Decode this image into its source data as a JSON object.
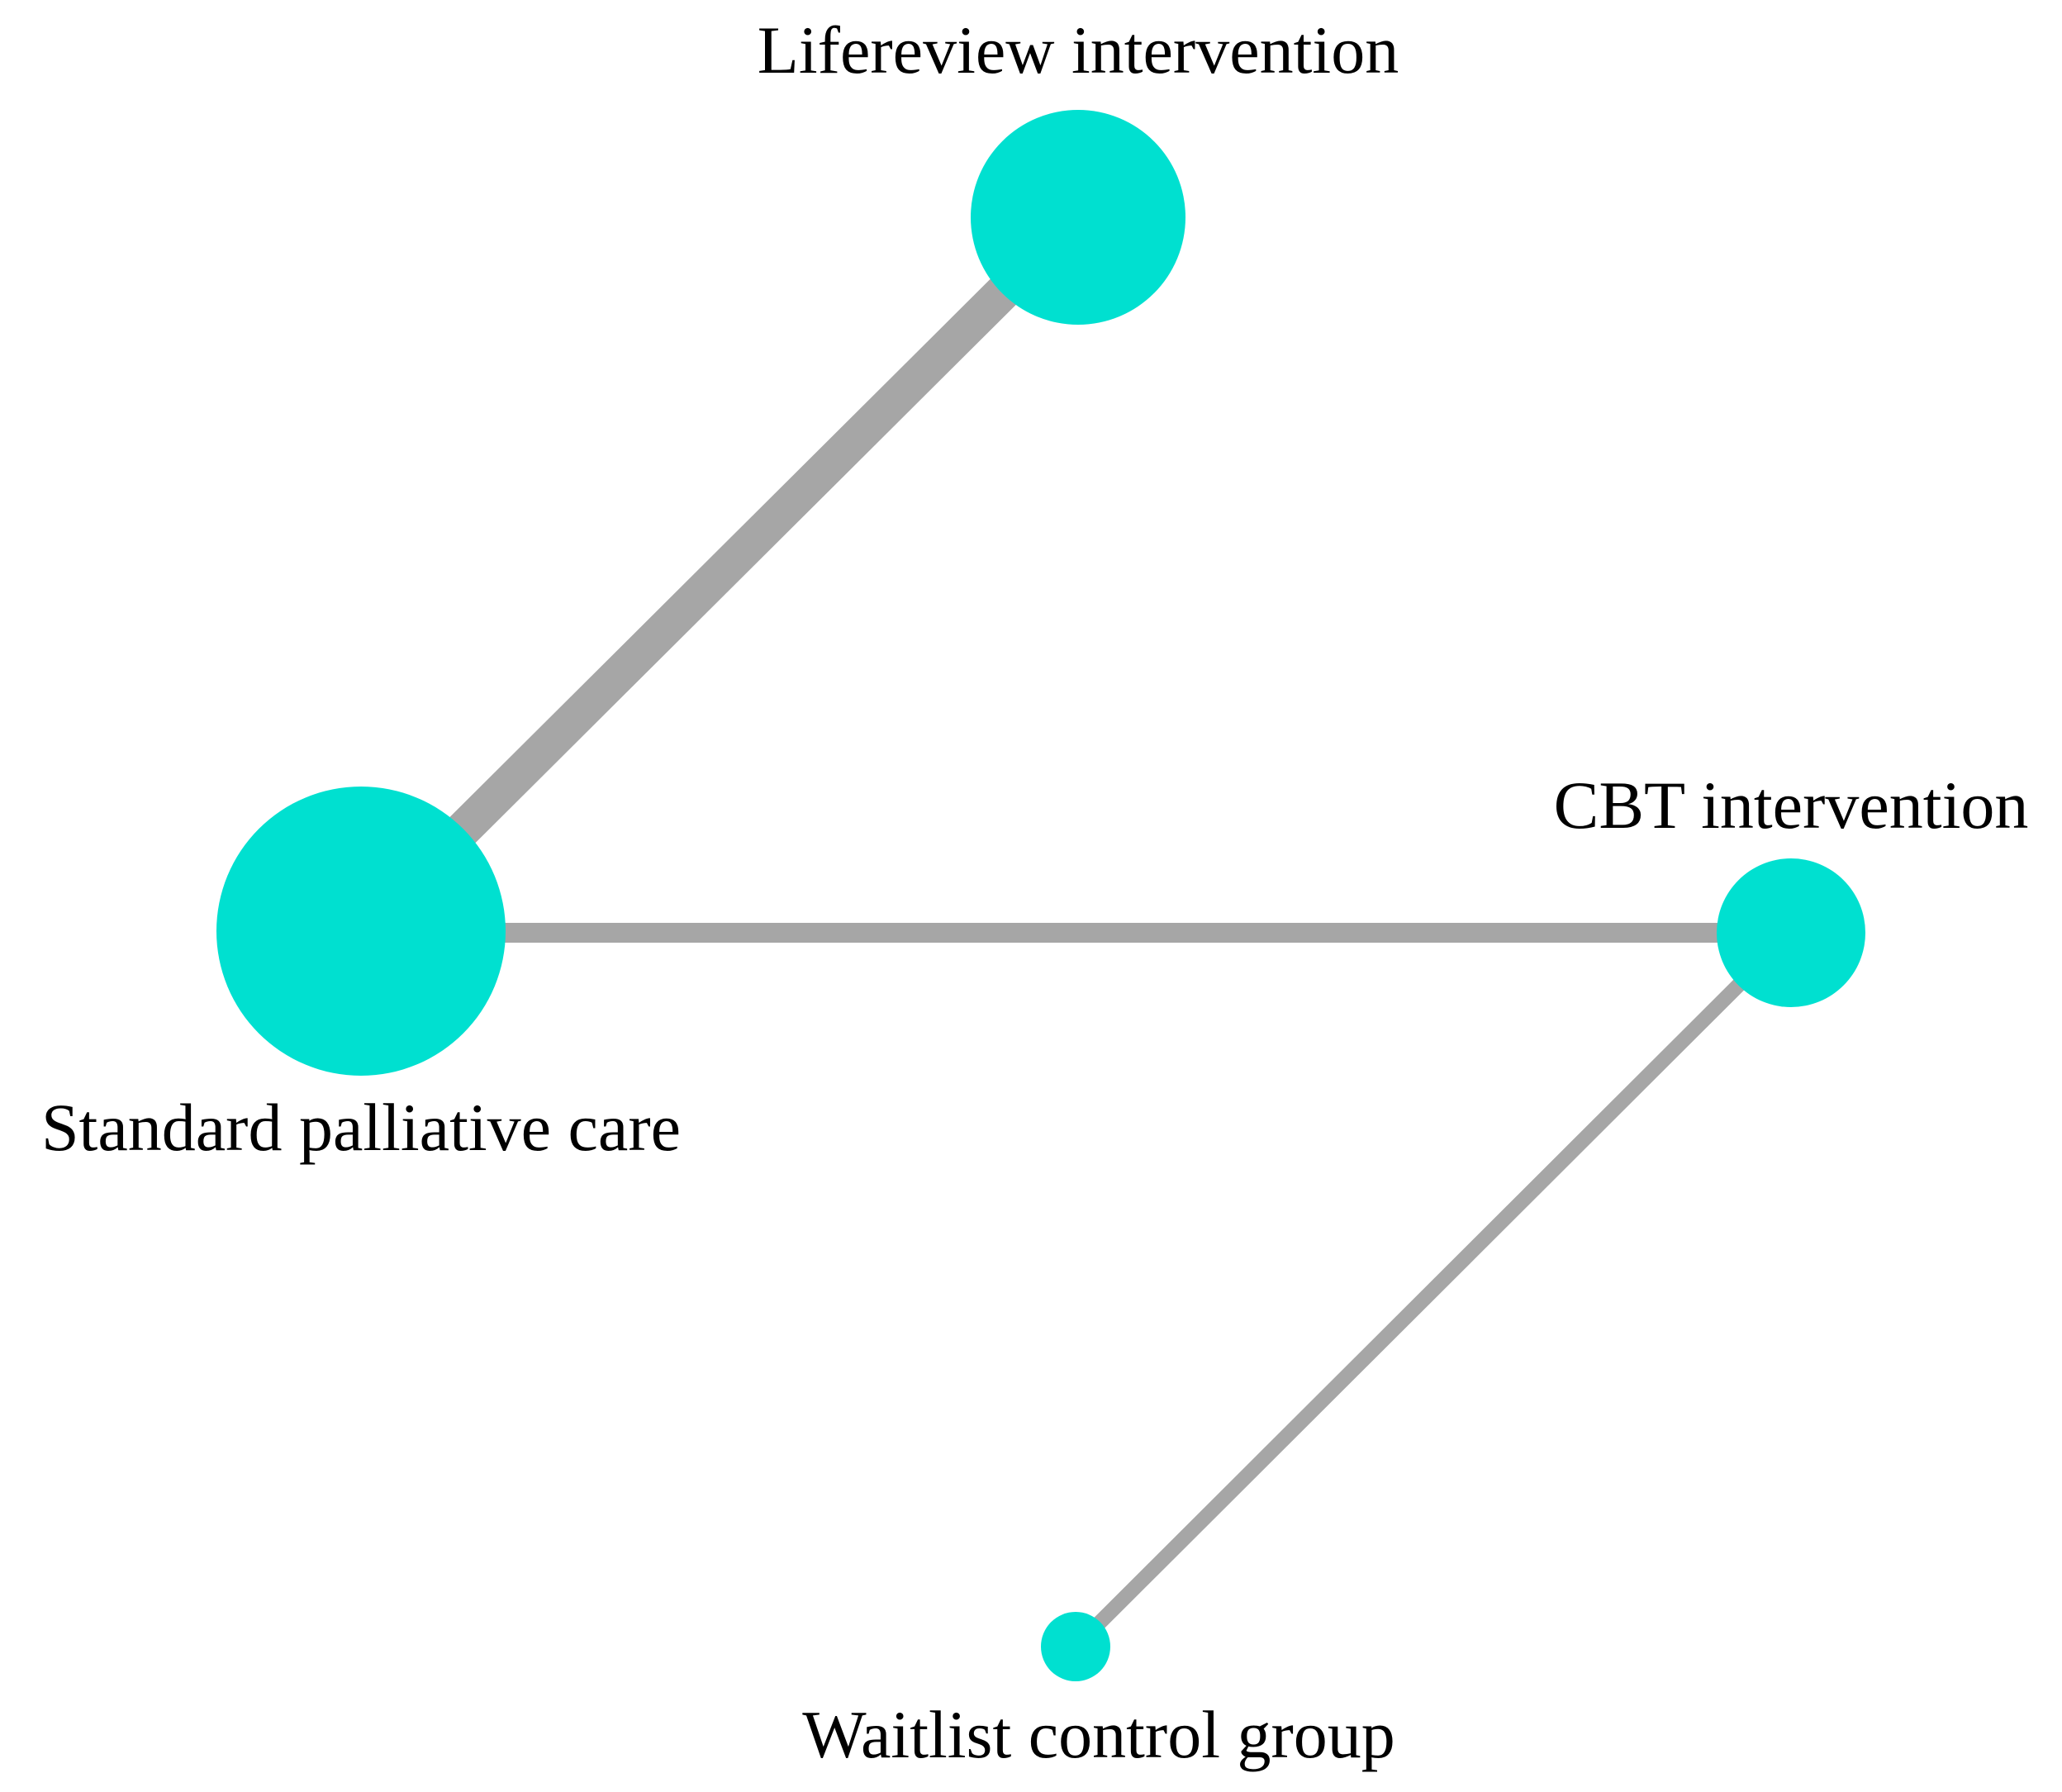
{
  "colors": {
    "node": "#00E0D0",
    "edge": "#A6A6A6",
    "label": "#000000"
  },
  "nodes": [
    {
      "id": "lifereview",
      "label": "Lifereview intervention"
    },
    {
      "id": "standard",
      "label": "Standard palliative care"
    },
    {
      "id": "cbt",
      "label": "CBT intervention"
    },
    {
      "id": "waitlist",
      "label": "Waitlist control group"
    }
  ],
  "edges": [
    {
      "from": "standard",
      "to": "lifereview"
    },
    {
      "from": "standard",
      "to": "cbt"
    },
    {
      "from": "cbt",
      "to": "waitlist"
    }
  ]
}
